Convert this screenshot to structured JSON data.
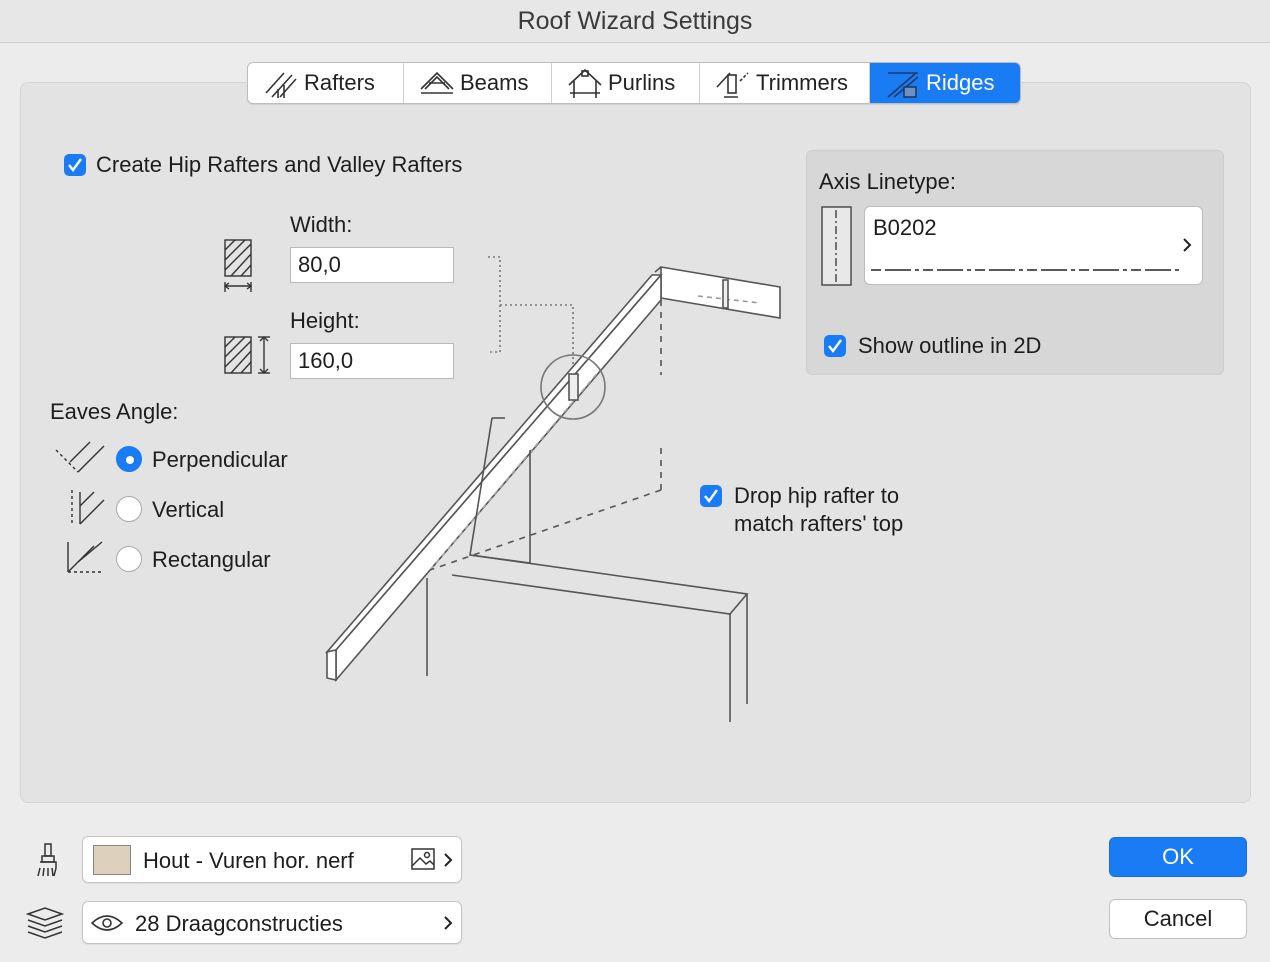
{
  "window": {
    "title": "Roof Wizard Settings"
  },
  "tabs": [
    {
      "label": "Rafters",
      "icon": "rafters-icon",
      "active": false
    },
    {
      "label": "Beams",
      "icon": "beams-icon",
      "active": false
    },
    {
      "label": "Purlins",
      "icon": "purlins-icon",
      "active": false
    },
    {
      "label": "Trimmers",
      "icon": "trimmers-icon",
      "active": false
    },
    {
      "label": "Ridges",
      "icon": "ridges-icon",
      "active": true
    }
  ],
  "hip": {
    "create_label": "Create Hip Rafters and Valley Rafters",
    "create_checked": true,
    "width_label": "Width:",
    "width_value": "80,0",
    "height_label": "Height:",
    "height_value": "160,0"
  },
  "eaves": {
    "label": "Eaves Angle:",
    "options": [
      {
        "label": "Perpendicular",
        "selected": true
      },
      {
        "label": "Vertical",
        "selected": false
      },
      {
        "label": "Rectangular",
        "selected": false
      }
    ]
  },
  "axis": {
    "label": "Axis Linetype:",
    "linetype_name": "B0202",
    "show_outline_label": "Show outline in 2D",
    "show_outline_checked": true
  },
  "drop": {
    "label_line1": "Drop hip rafter to",
    "label_line2": "match rafters' top",
    "checked": true
  },
  "material": {
    "label": "Hout - Vuren hor. nerf",
    "swatch_color": "#ddd0bd"
  },
  "layer": {
    "label": "28 Draagconstructies"
  },
  "buttons": {
    "ok": "OK",
    "cancel": "Cancel"
  },
  "colors": {
    "accent": "#1a7cf5"
  }
}
